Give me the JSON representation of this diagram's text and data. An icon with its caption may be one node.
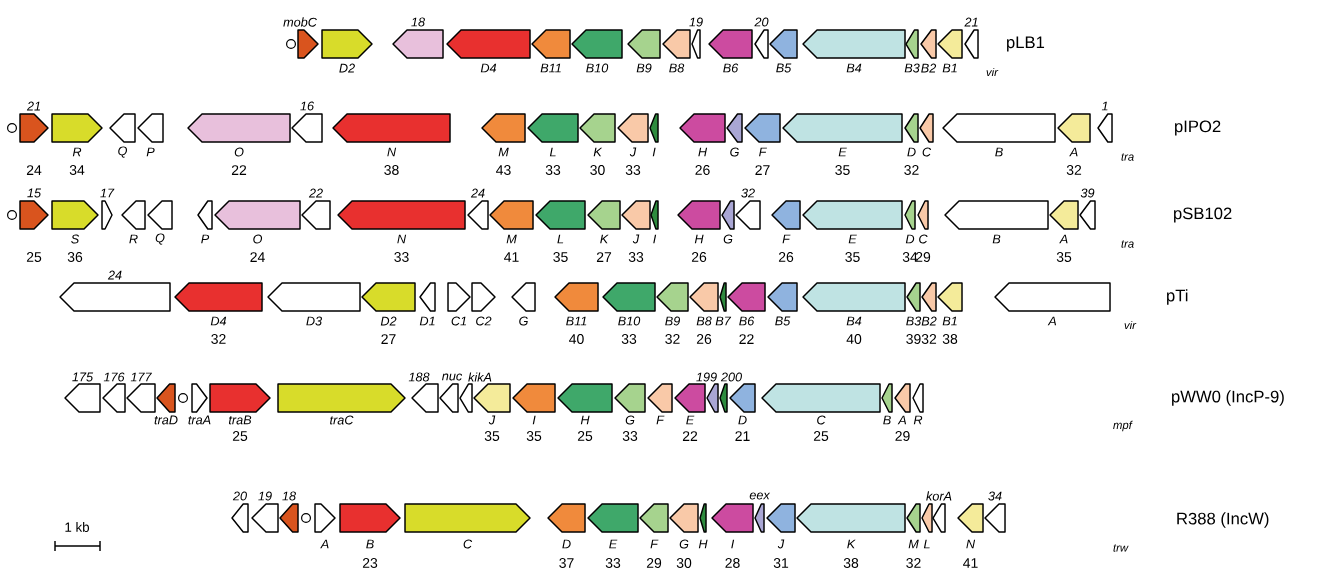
{
  "diagram": {
    "nodes": [
      {
        "text": [],
        "shape": "circle"
      },
      {
        "text": [
          "mobC"
        ]
      },
      {
        "text": [
          "D2"
        ]
      },
      {
        "text": [
          "18"
        ]
      },
      {
        "text": [
          "D4"
        ]
      },
      {
        "text": [
          "B11"
        ]
      },
      {
        "text": [
          "B10"
        ]
      },
      {
        "text": [
          "B9"
        ]
      },
      {
        "text": [
          "B8"
        ]
      },
      {
        "text": [
          "19"
        ]
      },
      {
        "text": [
          "B6"
        ]
      },
      {
        "text": [
          "20"
        ]
      },
      {
        "text": [
          "B5"
        ]
      },
      {
        "text": [
          "B4"
        ]
      },
      {
        "text": [
          "B3"
        ]
      },
      {
        "text": [
          "B2"
        ]
      },
      {
        "text": [
          "B1"
        ]
      },
      {
        "text": [
          "21"
        ]
      },
      {
        "text": [],
        "shape": "circle"
      },
      {
        "text": [
          "21"
        ],
        "beside": [
          "24"
        ]
      },
      {
        "text": [
          "R"
        ],
        "beside": [
          "34"
        ]
      },
      {
        "text": [
          "Q"
        ]
      },
      {
        "text": [
          "P"
        ]
      },
      {
        "text": [
          "O"
        ],
        "beside": [
          "22"
        ]
      },
      {
        "text": [
          "16"
        ]
      },
      {
        "text": [
          "N"
        ],
        "beside": [
          "38"
        ]
      },
      {
        "text": [
          "M"
        ],
        "beside": [
          "43"
        ]
      },
      {
        "text": [
          "L"
        ],
        "beside": [
          "33"
        ]
      },
      {
        "text": [
          "K"
        ],
        "beside": [
          "30"
        ]
      },
      {
        "text": [
          "J"
        ],
        "beside": [
          "33"
        ]
      },
      {
        "text": [
          "I"
        ]
      },
      {
        "text": [
          "H"
        ],
        "beside": [
          "26"
        ]
      },
      {
        "text": [
          "G"
        ]
      },
      {
        "text": [
          "F"
        ],
        "beside": [
          "27"
        ]
      },
      {
        "text": [
          "E"
        ],
        "beside": [
          "35"
        ]
      },
      {
        "text": [
          "D"
        ],
        "beside": [
          "32"
        ]
      },
      {
        "text": [
          "C"
        ]
      },
      {
        "text": [
          "B"
        ]
      },
      {
        "text": [
          "A"
        ],
        "beside": [
          "32"
        ]
      },
      {
        "text": [
          "1"
        ]
      },
      {
        "text": [],
        "shape": "circle"
      },
      {
        "text": [
          "15"
        ],
        "beside": [
          "25"
        ]
      },
      {
        "text": [
          "S"
        ],
        "beside": [
          "36"
        ]
      },
      {
        "text": [
          "17"
        ]
      },
      {
        "text": [
          "R"
        ]
      },
      {
        "text": [
          "Q"
        ]
      },
      {
        "text": [
          "P"
        ]
      },
      {
        "text": [
          "O"
        ],
        "beside": [
          "24"
        ]
      },
      {
        "text": [
          "22"
        ]
      },
      {
        "text": [
          "N"
        ],
        "beside": [
          "33"
        ]
      },
      {
        "text": [
          "24"
        ]
      },
      {
        "text": [
          "M"
        ],
        "beside": [
          "41"
        ]
      },
      {
        "text": [
          "L"
        ],
        "beside": [
          "35"
        ]
      },
      {
        "text": [
          "K"
        ],
        "beside": [
          "27"
        ]
      },
      {
        "text": [
          "J"
        ],
        "beside": [
          "33"
        ]
      },
      {
        "text": [
          "I"
        ]
      },
      {
        "text": [
          "H"
        ],
        "beside": [
          "26"
        ]
      },
      {
        "text": [
          "G"
        ]
      },
      {
        "text": [
          "32"
        ]
      },
      {
        "text": [
          "F"
        ],
        "beside": [
          "26"
        ]
      },
      {
        "text": [
          "E"
        ],
        "beside": [
          "35"
        ]
      },
      {
        "text": [
          "D"
        ],
        "beside": [
          "34"
        ]
      },
      {
        "text": [
          "C"
        ],
        "beside": [
          "29"
        ]
      },
      {
        "text": [
          "B"
        ]
      },
      {
        "text": [
          "A"
        ],
        "beside": [
          "35"
        ]
      },
      {
        "text": [
          "39"
        ]
      },
      {
        "text": [
          "24"
        ]
      },
      {
        "text": [
          "D4"
        ],
        "beside": [
          "32"
        ]
      },
      {
        "text": [
          "D3"
        ]
      },
      {
        "text": [
          "D2"
        ],
        "beside": [
          "27"
        ]
      },
      {
        "text": [
          "D1"
        ]
      },
      {
        "text": [
          "C1"
        ]
      },
      {
        "text": [
          "C2"
        ]
      },
      {
        "text": [
          "G"
        ]
      },
      {
        "text": [
          "B11"
        ],
        "beside": [
          "40"
        ]
      },
      {
        "text": [
          "B10"
        ],
        "beside": [
          "33"
        ]
      },
      {
        "text": [
          "B9"
        ],
        "beside": [
          "32"
        ]
      },
      {
        "text": [
          "B8"
        ],
        "beside": [
          "26"
        ]
      },
      {
        "text": [
          "B7"
        ]
      },
      {
        "text": [
          "B6"
        ],
        "beside": [
          "22"
        ]
      },
      {
        "text": [
          "B5"
        ]
      },
      {
        "text": [
          "B4"
        ],
        "beside": [
          "40"
        ]
      },
      {
        "text": [
          "B3"
        ],
        "beside": [
          "39"
        ]
      },
      {
        "text": [
          "B2"
        ],
        "beside": [
          "32"
        ]
      },
      {
        "text": [
          "B1"
        ],
        "beside": [
          "38"
        ]
      },
      {
        "text": [
          "A"
        ]
      },
      {
        "text": [
          "175"
        ]
      },
      {
        "text": [
          "176"
        ]
      },
      {
        "text": [
          "177"
        ]
      },
      {
        "text": [
          "traD"
        ]
      },
      {
        "text": [],
        "shape": "circle"
      },
      {
        "text": [
          "traA"
        ]
      },
      {
        "text": [
          "traB"
        ],
        "beside": [
          "25"
        ]
      },
      {
        "text": [
          "traC"
        ]
      },
      {
        "text": [
          "188"
        ]
      },
      {
        "text": [
          "nuc"
        ]
      },
      {
        "text": [
          "kikA"
        ]
      },
      {
        "text": [
          "J"
        ],
        "beside": [
          "35"
        ]
      },
      {
        "text": [
          "I"
        ],
        "beside": [
          "35"
        ]
      },
      {
        "text": [
          "H"
        ],
        "beside": [
          "25"
        ]
      },
      {
        "text": [
          "G"
        ],
        "beside": [
          "33"
        ]
      },
      {
        "text": [
          "F"
        ]
      },
      {
        "text": [
          "E"
        ],
        "beside": [
          "22"
        ]
      },
      {
        "text": [
          "199"
        ]
      },
      {
        "text": [
          "200"
        ]
      },
      {
        "text": [
          "D"
        ],
        "beside": [
          "21"
        ]
      },
      {
        "text": [
          "C"
        ],
        "beside": [
          "25"
        ]
      },
      {
        "text": [
          "B"
        ]
      },
      {
        "text": [
          "A"
        ],
        "beside": [
          "29"
        ]
      },
      {
        "text": [
          "R"
        ]
      },
      {
        "text": [
          "20"
        ]
      },
      {
        "text": [
          "19"
        ]
      },
      {
        "text": [
          "18"
        ]
      },
      {
        "text": [],
        "shape": "circle"
      },
      {
        "text": [
          "A"
        ]
      },
      {
        "text": [
          "B"
        ],
        "beside": [
          "23"
        ]
      },
      {
        "text": [
          "C"
        ]
      },
      {
        "text": [
          "D"
        ],
        "beside": [
          "37"
        ]
      },
      {
        "text": [
          "E"
        ],
        "beside": [
          "33"
        ]
      },
      {
        "text": [
          "F"
        ],
        "beside": [
          "29"
        ]
      },
      {
        "text": [
          "G"
        ],
        "beside": [
          "30"
        ]
      },
      {
        "text": [
          "H"
        ]
      },
      {
        "text": [
          "I"
        ],
        "beside": [
          "28"
        ]
      },
      {
        "text": [
          "eex"
        ]
      },
      {
        "text": [
          "J"
        ],
        "beside": [
          "31"
        ]
      },
      {
        "text": [
          "K"
        ],
        "beside": [
          "38"
        ]
      },
      {
        "text": [
          "M"
        ],
        "beside": [
          "32"
        ]
      },
      {
        "text": [
          "L"
        ]
      },
      {
        "text": [
          "korA"
        ]
      },
      {
        "text": [
          "N"
        ],
        "beside": [
          "41"
        ]
      },
      {
        "text": [
          "34"
        ]
      }
    ],
    "labels": [
      "pLB1",
      "vir",
      "pIPO2",
      "tra",
      "pSB102",
      "tra",
      "pTi",
      "vir",
      "pWW0 (IncP-9)",
      "mpf",
      "R388 (IncW)",
      "trw",
      "1 kb"
    ]
  }
}
